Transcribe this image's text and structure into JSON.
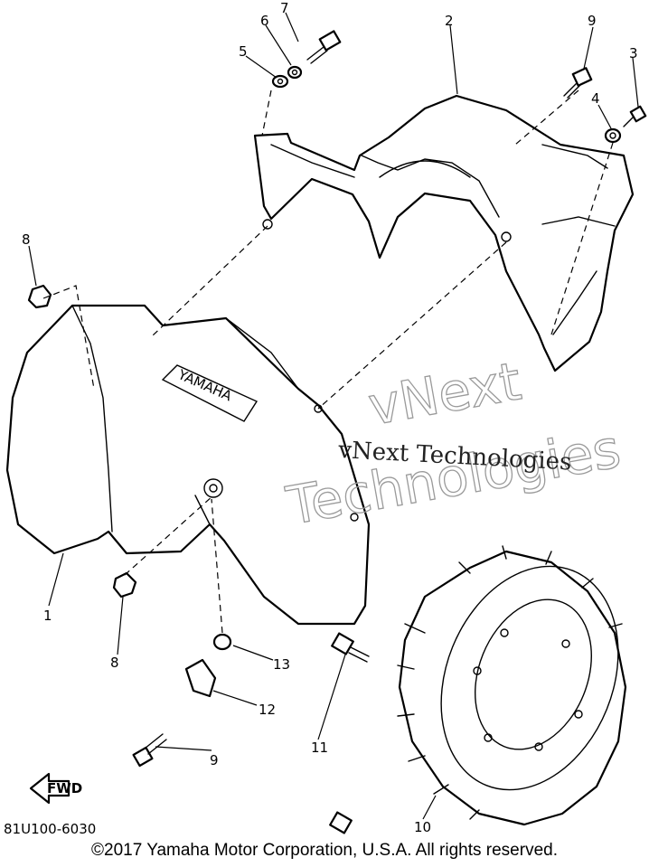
{
  "diagram": {
    "callouts": [
      "1",
      "2",
      "3",
      "4",
      "5",
      "6",
      "7",
      "8",
      "8",
      "9",
      "9",
      "10",
      "11",
      "12",
      "13"
    ],
    "emblem_text": "YAMAHA",
    "fwd_label": "FWD",
    "diagram_code": "81U100-6030",
    "watermark_outline_line1": "vNext",
    "watermark_outline_line2": "Technologies",
    "watermark_solid": "vNext Technologies"
  },
  "footer": {
    "copyright": "©2017 Yamaha Motor Corporation, U.S.A. All rights reserved."
  }
}
